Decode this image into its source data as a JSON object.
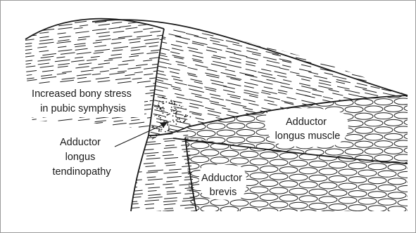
{
  "diagram": {
    "labels": {
      "bony_stress": [
        "Increased bony stress",
        "in pubic symphysis"
      ],
      "tendinopathy": [
        "Adductor",
        "longus",
        "tendinopathy"
      ],
      "longus_muscle": [
        "Adductor",
        "longus muscle"
      ],
      "brevis": [
        "Adductor",
        "brevis"
      ]
    },
    "colors": {
      "stroke": "#1a1a1a",
      "background": "#ffffff",
      "frame": "#9a9a9a"
    }
  }
}
